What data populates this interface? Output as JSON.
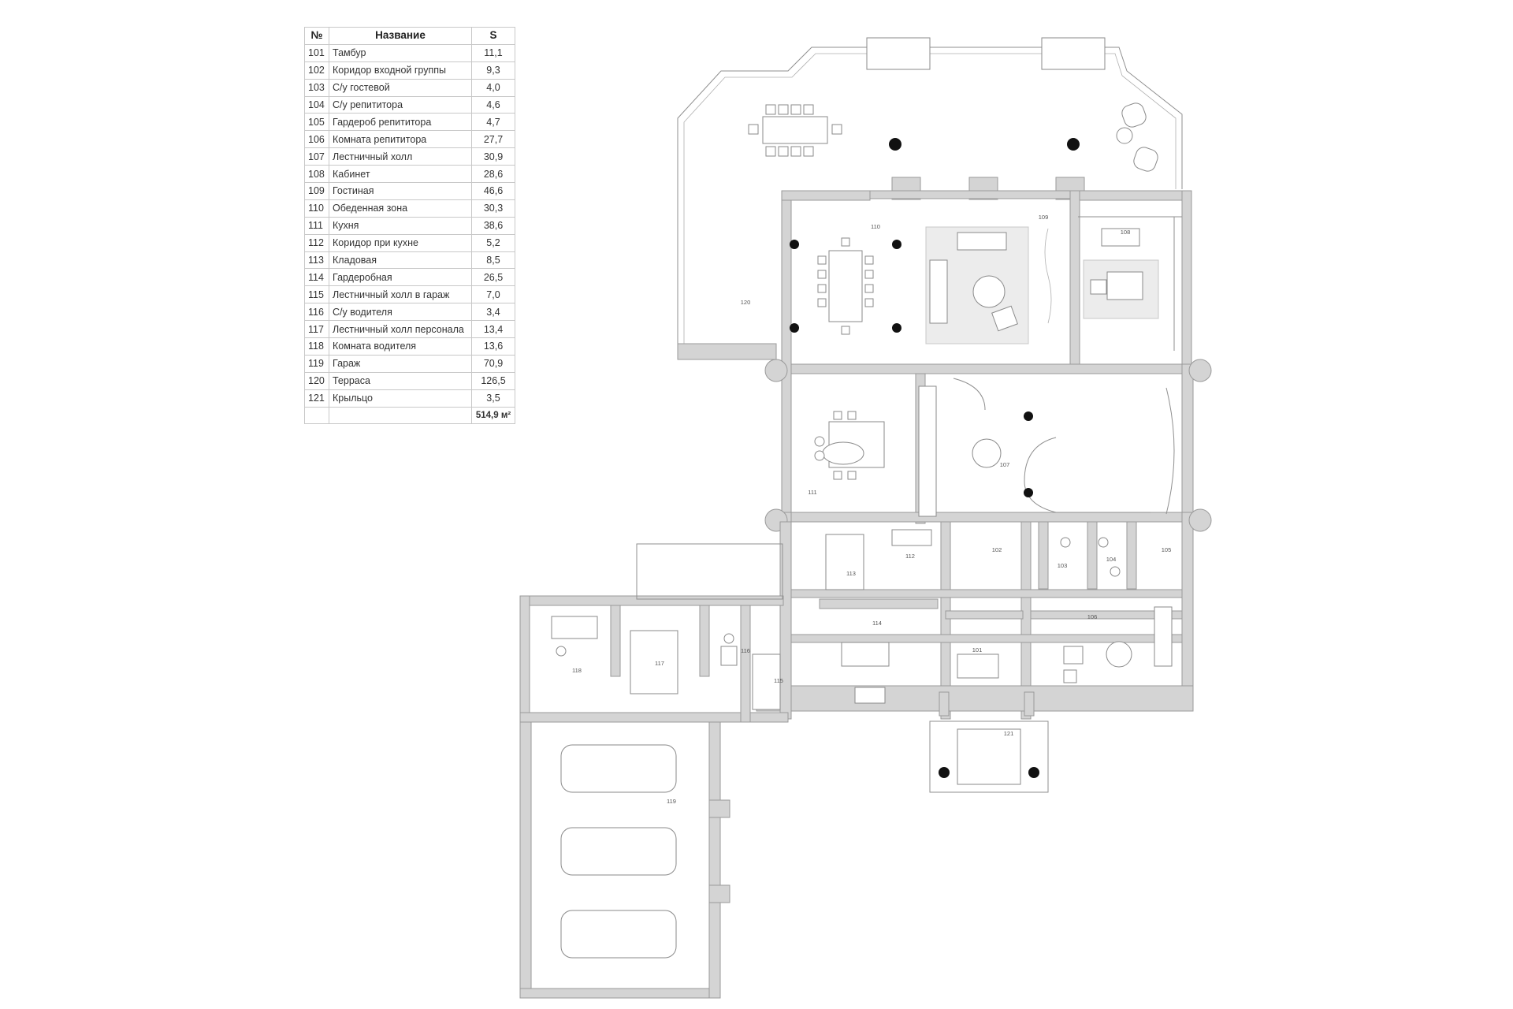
{
  "table": {
    "headers": {
      "num": "№",
      "name": "Название",
      "area": "S"
    },
    "rows": [
      {
        "num": "101",
        "name": "Тамбур",
        "area": "11,1"
      },
      {
        "num": "102",
        "name": "Коридор входной группы",
        "area": "9,3"
      },
      {
        "num": "103",
        "name": "С/у гостевой",
        "area": "4,0"
      },
      {
        "num": "104",
        "name": "С/у репититора",
        "area": "4,6"
      },
      {
        "num": "105",
        "name": "Гардероб репититора",
        "area": "4,7"
      },
      {
        "num": "106",
        "name": "Комната репититора",
        "area": "27,7"
      },
      {
        "num": "107",
        "name": "Лестничный холл",
        "area": "30,9"
      },
      {
        "num": "108",
        "name": "Кабинет",
        "area": "28,6"
      },
      {
        "num": "109",
        "name": "Гостиная",
        "area": "46,6"
      },
      {
        "num": "110",
        "name": "Обеденная зона",
        "area": "30,3"
      },
      {
        "num": "111",
        "name": "Кухня",
        "area": "38,6"
      },
      {
        "num": "112",
        "name": "Коридор при кухне",
        "area": "5,2"
      },
      {
        "num": "113",
        "name": "Кладовая",
        "area": "8,5"
      },
      {
        "num": "114",
        "name": "Гардеробная",
        "area": "26,5"
      },
      {
        "num": "115",
        "name": "Лестничный холл в гараж",
        "area": "7,0"
      },
      {
        "num": "116",
        "name": "С/у водителя",
        "area": "3,4"
      },
      {
        "num": "117",
        "name": "Лестничный холл персонала",
        "area": "13,4"
      },
      {
        "num": "118",
        "name": "Комната водителя",
        "area": "13,6"
      },
      {
        "num": "119",
        "name": "Гараж",
        "area": "70,9"
      },
      {
        "num": "120",
        "name": "Терраса",
        "area": "126,5"
      },
      {
        "num": "121",
        "name": "Крыльцо",
        "area": "3,5"
      }
    ],
    "total": "514,9 м²"
  },
  "plan_labels": {
    "r101": "101",
    "r102": "102",
    "r103": "103",
    "r104": "104",
    "r105": "105",
    "r106": "106",
    "r107": "107",
    "r108": "108",
    "r109": "109",
    "r110": "110",
    "r111": "111",
    "r112": "112",
    "r113": "113",
    "r114": "114",
    "r115": "115",
    "r116": "116",
    "r117": "117",
    "r118": "118",
    "r119": "119",
    "r120": "120",
    "r121": "121"
  }
}
